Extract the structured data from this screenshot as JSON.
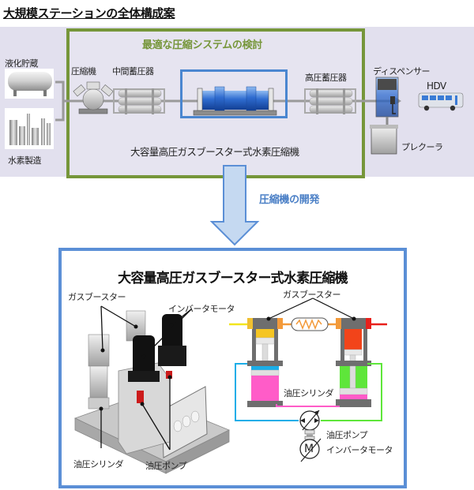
{
  "title": "大規模ステーションの全体構成案",
  "top_diagram": {
    "study_label": "最適な圧縮システムの検討",
    "left_items": {
      "liquid_storage": "液化貯蔵",
      "hydrogen_production": "水素製造"
    },
    "compressor": "圧縮機",
    "intermediate_accumulator": "中間蓄圧器",
    "booster_caption": "大容量高圧ガスブースター式水素圧縮機",
    "high_pressure_accumulator": "高圧蓄圧器",
    "dispenser": "ディスペンサー",
    "vehicle": "HDV",
    "precooler": "プレクーラ"
  },
  "arrow_label": "圧縮機の開発",
  "detail_panel": {
    "title": "大容量高圧ガスブースター式水素圧縮機",
    "render_labels": {
      "gas_booster": "ガスブースター",
      "inverter_motor": "インバータモータ",
      "hydraulic_cylinder": "油圧シリンダ",
      "hydraulic_pump": "油圧ポンプ"
    },
    "schematic_labels": {
      "gas_booster": "ガスブースター",
      "hydraulic_cylinder": "油圧シリンダ",
      "hydraulic_pump": "油圧ポンプ",
      "inverter_motor": "インバータモータ",
      "motor_symbol": "M"
    }
  },
  "colors": {
    "band_bg": "#e2e0ee",
    "green_frame": "#76963a",
    "blue_frame": "#4a86d0",
    "arrow_fill": "#c5d9f1",
    "arrow_stroke": "#5b8fd6",
    "h2_low": "#f2e51d",
    "h2_mid": "#f39a3a",
    "h2_high": "#e8201c",
    "oil_left": "#ff5cc8",
    "oil_right": "#5ee63a",
    "oil_line_blue": "#1aaee8"
  }
}
